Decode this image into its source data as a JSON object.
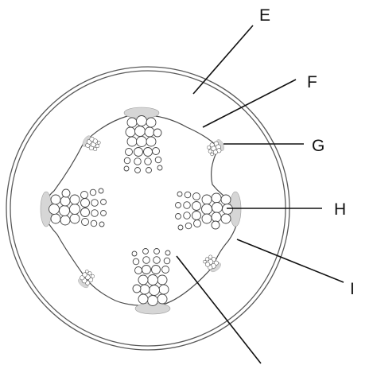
{
  "labels": {
    "E": "E",
    "F": "F",
    "G": "G",
    "H": "H",
    "I": "I"
  },
  "colors": {
    "line": "#111111",
    "outline": "#4a4a4a",
    "cap_fill": "#d6d6d6",
    "background": "#ffffff"
  },
  "vascular_bundles": {
    "count": 8
  }
}
